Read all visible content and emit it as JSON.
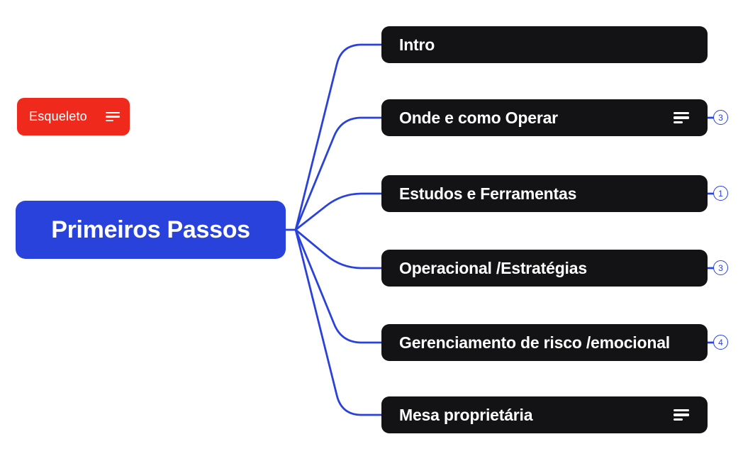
{
  "colors": {
    "background": "#ffffff",
    "branch_line": "#2942DB",
    "root_topic_fill": "#2942DB",
    "child_topic_fill": "#131316",
    "floating_topic_fill": "#EF291C",
    "topic_text": "#ffffff",
    "badge_fill": "#ffffff",
    "badge_border": "#2942DB"
  },
  "map": {
    "floating_topic": {
      "label": "Esqueleto",
      "icon": "notes-icon"
    },
    "root": {
      "label": "Primeiros Passos"
    },
    "children": [
      {
        "label": "Intro"
      },
      {
        "label": "Onde e como Operar",
        "icon": "notes-icon",
        "badge": "3"
      },
      {
        "label": "Estudos e Ferramentas",
        "badge": "1"
      },
      {
        "label": "Operacional /Estratégias",
        "badge": "3"
      },
      {
        "label": "Gerenciamento de risco /emocional",
        "badge": "4"
      },
      {
        "label": "Mesa proprietária",
        "icon": "notes-icon"
      }
    ]
  }
}
